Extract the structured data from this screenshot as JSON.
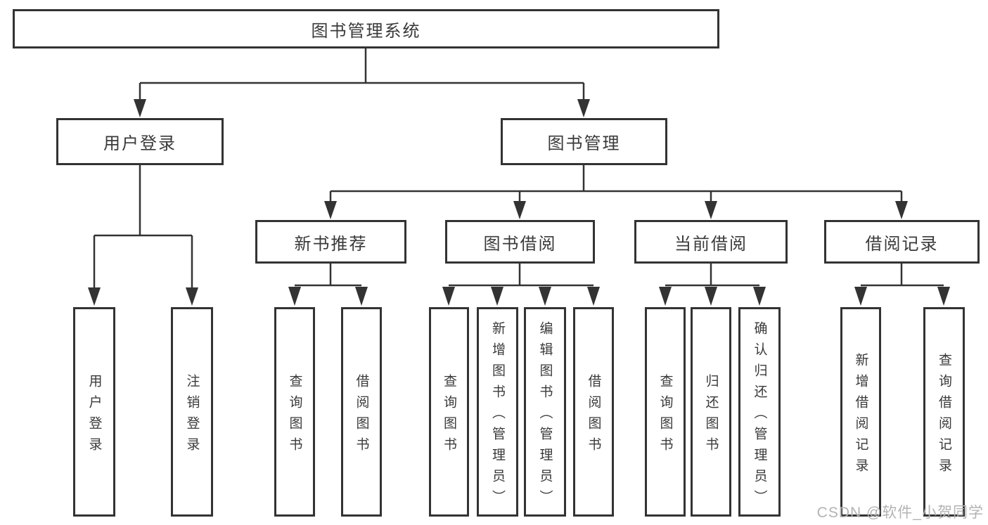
{
  "tree": {
    "root": {
      "label": "图书管理系统"
    },
    "branches": [
      {
        "label": "用户登录",
        "leaves": [
          "用户登录",
          "注销登录"
        ]
      },
      {
        "label": "图书管理",
        "children": [
          {
            "label": "新书推荐",
            "leaves": [
              "查询图书",
              "借阅图书"
            ]
          },
          {
            "label": "图书借阅",
            "leaves": [
              "查询图书",
              "新增图书（管理员）",
              "编辑图书（管理员）",
              "借阅图书"
            ]
          },
          {
            "label": "当前借阅",
            "leaves": [
              "查询图书",
              "归还图书",
              "确认归还（管理员）"
            ]
          },
          {
            "label": "借阅记录",
            "leaves": [
              "新增借阅记录",
              "查询借阅记录"
            ]
          }
        ]
      }
    ]
  },
  "watermark": "CSDN @软件_小贺同学",
  "colors": {
    "line": "#333333",
    "text": "#3a3a3a",
    "watermark": "#b3b3b3",
    "background": "#ffffff"
  }
}
